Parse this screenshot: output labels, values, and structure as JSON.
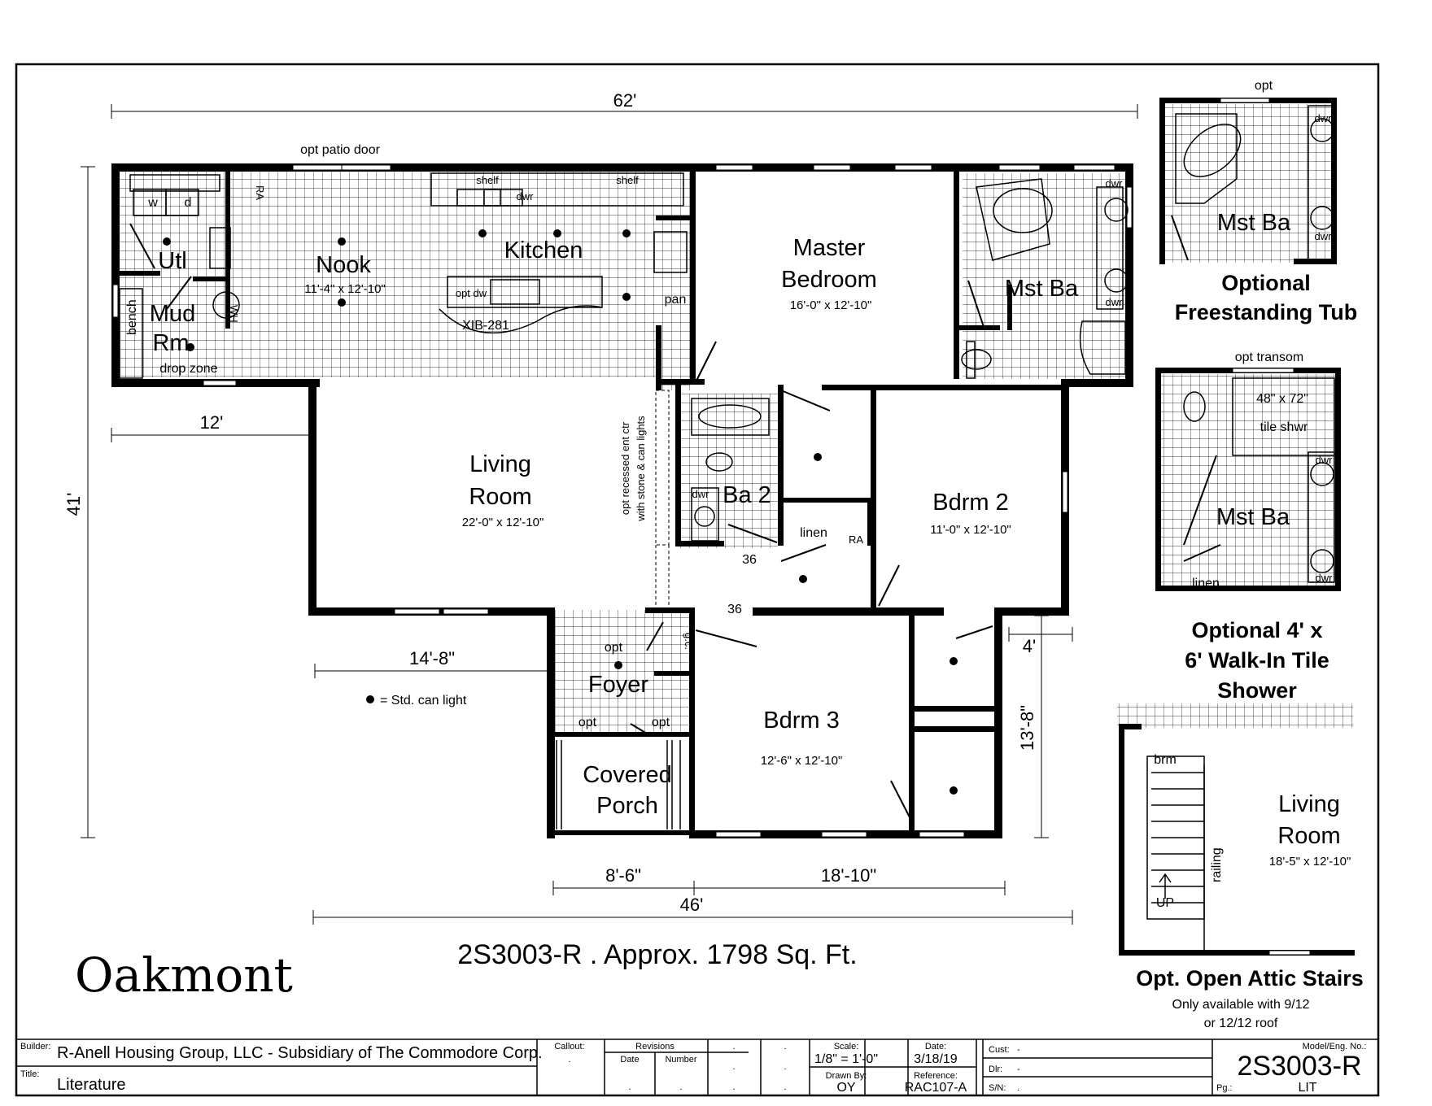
{
  "plan": {
    "overall_width": "62'",
    "overall_depth": "41'",
    "left_offset": "12'",
    "porch_setback": "14'-8\"",
    "porch_width": "8'-6\"",
    "bedroom_wing_width": "18'-10\"",
    "lower_width": "46'",
    "bump_depth": "4'",
    "bedroom3_depth": "13'-8\"",
    "door_36_a": "36",
    "door_36_b": "36"
  },
  "rooms": {
    "utl": "Utl",
    "washer": "w",
    "dryer": "d",
    "ra": "RA",
    "mud_rm_1": "Mud",
    "mud_rm_2": "Rm",
    "bench": "bench",
    "wh": "WH",
    "drop_zone": "drop zone",
    "nook": "Nook",
    "nook_dim": "11'-4\" x 12'-10\"",
    "kitchen": "Kitchen",
    "shelf_1": "shelf",
    "shelf_2": "shelf",
    "dwr": "dwr",
    "opt_dw": "opt dw",
    "island": "XIB-281",
    "pan": "pan",
    "opt_patio_door": "opt patio door",
    "master_bedroom_1": "Master",
    "master_bedroom_2": "Bedroom",
    "master_dim": "16'-0\" x 12'-10\"",
    "mst_ba": "Mst Ba",
    "dwr_1": "dwr",
    "dwr_2": "dwr",
    "living_room_1": "Living",
    "living_room_2": "Room",
    "living_dim": "22'-0\" x 12'-10\"",
    "ent_ctr_1": "opt recessed ent ctr",
    "ent_ctr_2": "with stone & can lights",
    "ba2": "Ba 2",
    "ba2_dwr": "dwr",
    "linen": "linen",
    "ra_2": "RA",
    "bdrm2": "Bdrm 2",
    "bdrm2_dim": "11'-0\" x 12'-10\"",
    "bdrm3": "Bdrm 3",
    "bdrm3_dim": "12'-6\" x 12'-10\"",
    "foyer": "Foyer",
    "foyer_opt": "opt",
    "foyer_opt_l": "opt",
    "foyer_opt_r": "opt",
    "gc": "g.c.",
    "covered_porch_1": "Covered",
    "covered_porch_2": "Porch",
    "legend": "= Std. can light"
  },
  "options": {
    "tub_opt": "opt",
    "tub_dwr_1": "dwr",
    "tub_dwr_2": "dwr",
    "tub_mst_ba": "Mst Ba",
    "tub_title_1": "Optional",
    "tub_title_2": "Freestanding Tub",
    "shower_transom": "opt transom",
    "shower_size_1": "48\" x 72\"",
    "shower_size_2": "tile shwr",
    "shower_dwr_1": "dwr",
    "shower_dwr_2": "dwr",
    "shower_mst_ba": "Mst Ba",
    "shower_linen": "linen",
    "shower_title_1": "Optional 4' x",
    "shower_title_2": "6' Walk-In Tile",
    "shower_title_3": "Shower",
    "stairs_brm": "brm",
    "stairs_railing": "railing",
    "stairs_up": "UP",
    "stairs_living_1": "Living",
    "stairs_living_2": "Room",
    "stairs_living_dim": "18'-5\" x 12'-10\"",
    "stairs_title": "Opt. Open Attic Stairs",
    "stairs_note_1": "Only available with 9/12",
    "stairs_note_2": "or 12/12 roof"
  },
  "footer": {
    "model_name": "Oakmont",
    "subtitle": "2S3003-R .  Approx. 1798 Sq. Ft."
  },
  "title_block": {
    "builder_label": "Builder:",
    "builder": "R-Anell Housing Group, LLC - Subsidiary of The Commodore Corp.",
    "title_label": "Title:",
    "title": "Literature",
    "callout_label": "Callout:",
    "callout": ".",
    "revisions_label": "Revisions",
    "date_col": "Date",
    "number_col": "Number",
    "dot": ".",
    "scale_label": "Scale:",
    "scale": "1/8\" = 1'-0\"",
    "date_label": "Date:",
    "date": "3/18/19",
    "drawn_by_label": "Drawn By:",
    "drawn_by": "OY",
    "reference_label": "Reference:",
    "reference": "RAC107-A",
    "cust_label": "Cust:",
    "cust": "-",
    "dlr_label": "Dlr:",
    "dlr": "-",
    "sn_label": "S/N:",
    "sn": ".",
    "model_label": "Model/Eng. No.:",
    "model": "2S3003-R",
    "pg_label": "Pg.:",
    "pg": "LIT"
  }
}
